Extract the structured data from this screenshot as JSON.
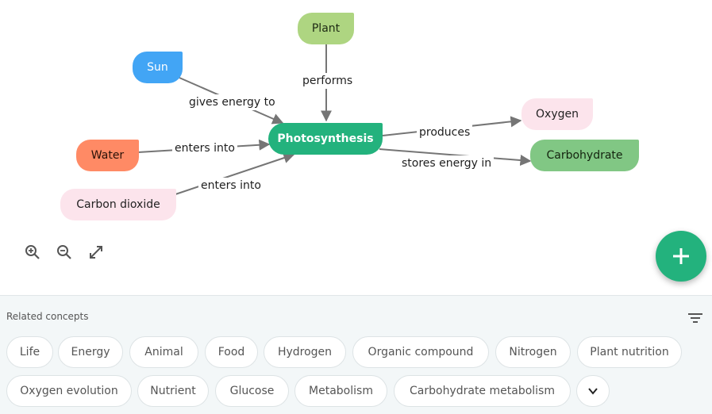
{
  "map": {
    "nodes": {
      "plant": "Plant",
      "sun": "Sun",
      "water": "Water",
      "carbon_dioxide": "Carbon dioxide",
      "photosynthesis": "Photosynthesis",
      "oxygen": "Oxygen",
      "carbohydrate": "Carbohydrate"
    },
    "edges": {
      "performs": "performs",
      "gives_energy_to": "gives energy to",
      "enters_into_water": "enters into",
      "enters_into_co2": "enters into",
      "produces": "produces",
      "stores_energy_in": "stores energy in"
    },
    "colors": {
      "photosynthesis": "#23b27d",
      "plant": "#aed581",
      "sun": "#42a5f5",
      "water": "#ff8a65",
      "pink": "#fce4ec",
      "carbohydrate": "#81c784",
      "edge": "#757575"
    }
  },
  "controls": {
    "zoom_in_icon": "zoom-in-icon",
    "zoom_out_icon": "zoom-out-icon",
    "fullscreen_icon": "expand-icon",
    "add_icon": "plus-icon"
  },
  "related": {
    "title": "Related concepts",
    "filter_icon": "filter-icon",
    "more_icon": "chevron-down-icon",
    "chips_row1": [
      "Life",
      "Energy",
      "Animal",
      "Food",
      "Hydrogen",
      "Organic compound",
      "Nitrogen",
      "Plant nutrition"
    ],
    "chips_row2": [
      "Oxygen evolution",
      "Nutrient",
      "Glucose",
      "Metabolism",
      "Carbohydrate metabolism"
    ]
  }
}
